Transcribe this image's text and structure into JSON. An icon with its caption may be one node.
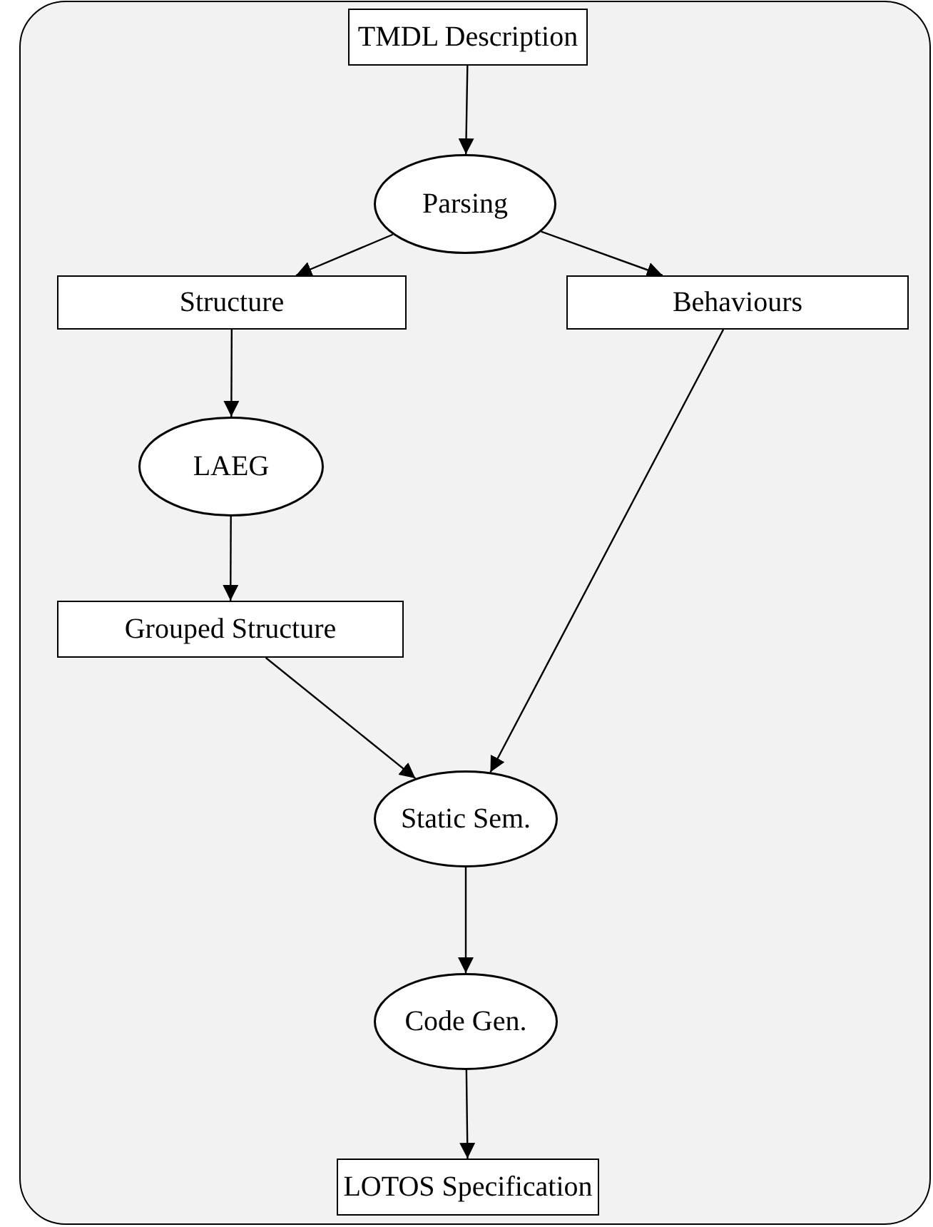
{
  "diagram": {
    "nodes": [
      {
        "text": [
          "TMDL Description"
        ]
      },
      {
        "text": [
          "Parsing"
        ]
      },
      {
        "text": [
          "Structure"
        ]
      },
      {
        "text": [
          "Behaviours"
        ]
      },
      {
        "text": [
          "LAEG"
        ]
      },
      {
        "text": [
          "Grouped Structure"
        ]
      },
      {
        "text": [
          "Static Sem."
        ]
      },
      {
        "text": [
          "Code Gen."
        ]
      },
      {
        "text": [
          "LOTOS Specification"
        ]
      }
    ],
    "edges": [
      {
        "from": 0,
        "to": 1,
        "arrow": "to"
      },
      {
        "from": 1,
        "to": 2,
        "arrow": "to"
      },
      {
        "from": 1,
        "to": 3,
        "arrow": "to"
      },
      {
        "from": 2,
        "to": 4,
        "arrow": "to"
      },
      {
        "from": 4,
        "to": 5,
        "arrow": "to"
      },
      {
        "from": 5,
        "to": 6,
        "arrow": "to"
      },
      {
        "from": 3,
        "to": 6,
        "arrow": "to"
      },
      {
        "from": 6,
        "to": 7,
        "arrow": "to"
      },
      {
        "from": 7,
        "to": 8,
        "arrow": "to"
      }
    ]
  }
}
